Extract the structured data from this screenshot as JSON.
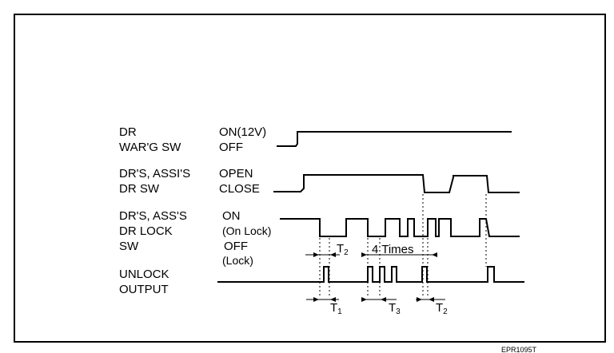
{
  "signals": [
    {
      "name_line1": "DR",
      "name_line2": "WAR'G SW",
      "state_high": "ON(12V)",
      "state_low": "OFF"
    },
    {
      "name_line1": "DR'S, ASSI'S",
      "name_line2": "DR SW",
      "state_high": "OPEN",
      "state_low": "CLOSE"
    },
    {
      "name_line1": "DR'S, ASS'S",
      "name_line2": "DR LOCK",
      "name_line3": "SW",
      "state_high": "ON",
      "state_high_note": "(On Lock)",
      "state_low": "OFF",
      "state_low_note": "(Lock)"
    },
    {
      "name_line1": "UNLOCK",
      "name_line2": "OUTPUT"
    }
  ],
  "timing": {
    "t2_top": {
      "letter": "T",
      "sub": "2"
    },
    "times_label": "4 Times",
    "t1": {
      "letter": "T",
      "sub": "1"
    },
    "t3": {
      "letter": "T",
      "sub": "3"
    },
    "t2_bottom": {
      "letter": "T",
      "sub": "2"
    }
  },
  "figure_code": "EPR1095T"
}
